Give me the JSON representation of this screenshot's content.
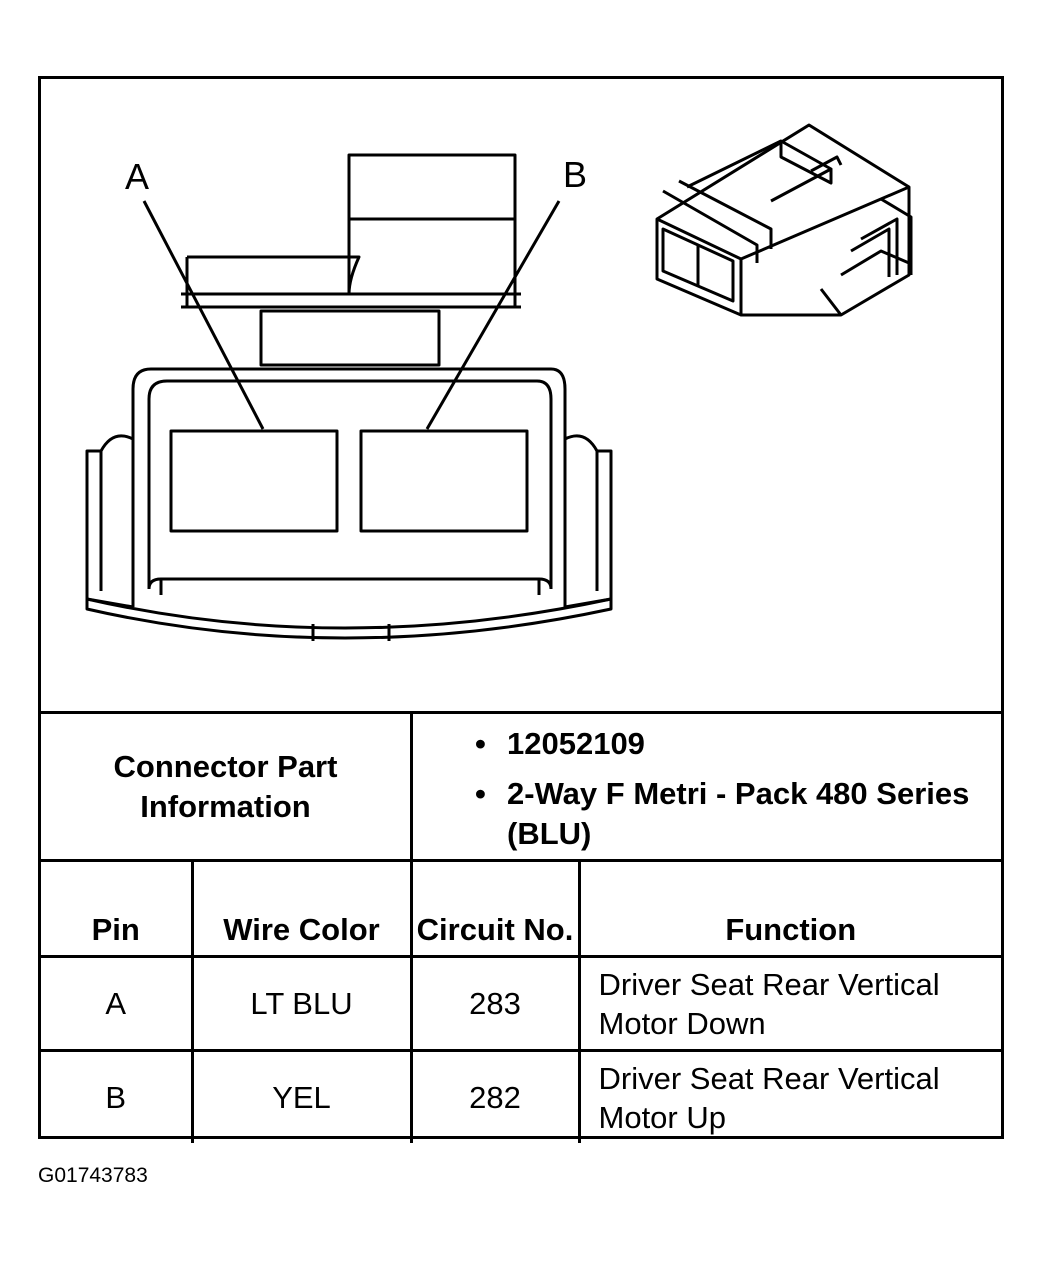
{
  "diagram": {
    "pin_label_a": "A",
    "pin_label_b": "B"
  },
  "connector_info": {
    "label": "Connector Part Information",
    "items": [
      "12052109",
      "2-Way F Metri - Pack 480 Series (BLU)"
    ]
  },
  "pin_table": {
    "headers": {
      "pin": "Pin",
      "wire_color": "Wire Color",
      "circuit_no": "Circuit No.",
      "function": "Function"
    },
    "rows": [
      {
        "pin": "A",
        "wire_color": "LT BLU",
        "circuit_no": "283",
        "function": "Driver Seat Rear Vertical Motor Down"
      },
      {
        "pin": "B",
        "wire_color": "YEL",
        "circuit_no": "282",
        "function": "Driver Seat Rear Vertical Motor Up"
      }
    ]
  },
  "reference_id": "G01743783"
}
